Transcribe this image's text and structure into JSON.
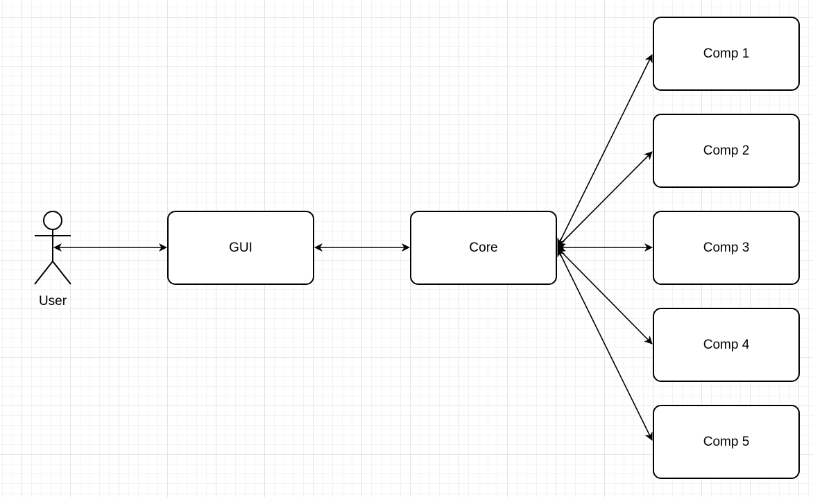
{
  "diagram": {
    "actor": {
      "label": "User"
    },
    "nodes": {
      "gui": "GUI",
      "core": "Core",
      "comp1": "Comp 1",
      "comp2": "Comp 2",
      "comp3": "Comp 3",
      "comp4": "Comp 4",
      "comp5": "Comp 5"
    },
    "edges": [
      {
        "from": "User",
        "to": "GUI",
        "direction": "both"
      },
      {
        "from": "GUI",
        "to": "Core",
        "direction": "both"
      },
      {
        "from": "Core",
        "to": "Comp 1",
        "direction": "both"
      },
      {
        "from": "Core",
        "to": "Comp 2",
        "direction": "both"
      },
      {
        "from": "Core",
        "to": "Comp 3",
        "direction": "both"
      },
      {
        "from": "Core",
        "to": "Comp 4",
        "direction": "both"
      },
      {
        "from": "Core",
        "to": "Comp 5",
        "direction": "both"
      }
    ]
  }
}
